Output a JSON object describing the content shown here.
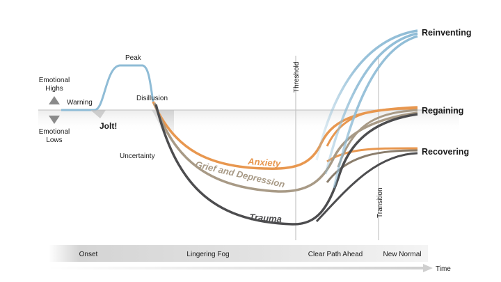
{
  "diagram": {
    "emotional": {
      "highs_line1": "Emotional",
      "highs_line2": "Highs",
      "lows_line1": "Emotional",
      "lows_line2": "Lows"
    },
    "stages": {
      "warning": "Warning",
      "peak": "Peak",
      "disillusion": "Disillusion",
      "jolt": "Jolt!",
      "uncertainty": "Uncertainty"
    },
    "curves": [
      {
        "name": "Anxiety",
        "color": "#e8974f"
      },
      {
        "name": "Grief and Depression",
        "color": "#a89a86"
      },
      {
        "name": "Trauma",
        "color": "#4d4d4f"
      }
    ],
    "outcomes": {
      "reinventing": "Reinventing",
      "regaining": "Regaining",
      "recovering": "Recovering",
      "reinventing_color": "#8fbcd6"
    },
    "markers": {
      "threshold": "Threshold",
      "transition": "Transition"
    },
    "phases": [
      "Onset",
      "Lingering Fog",
      "Clear Path Ahead",
      "New Normal"
    ],
    "time_label": "Time"
  }
}
